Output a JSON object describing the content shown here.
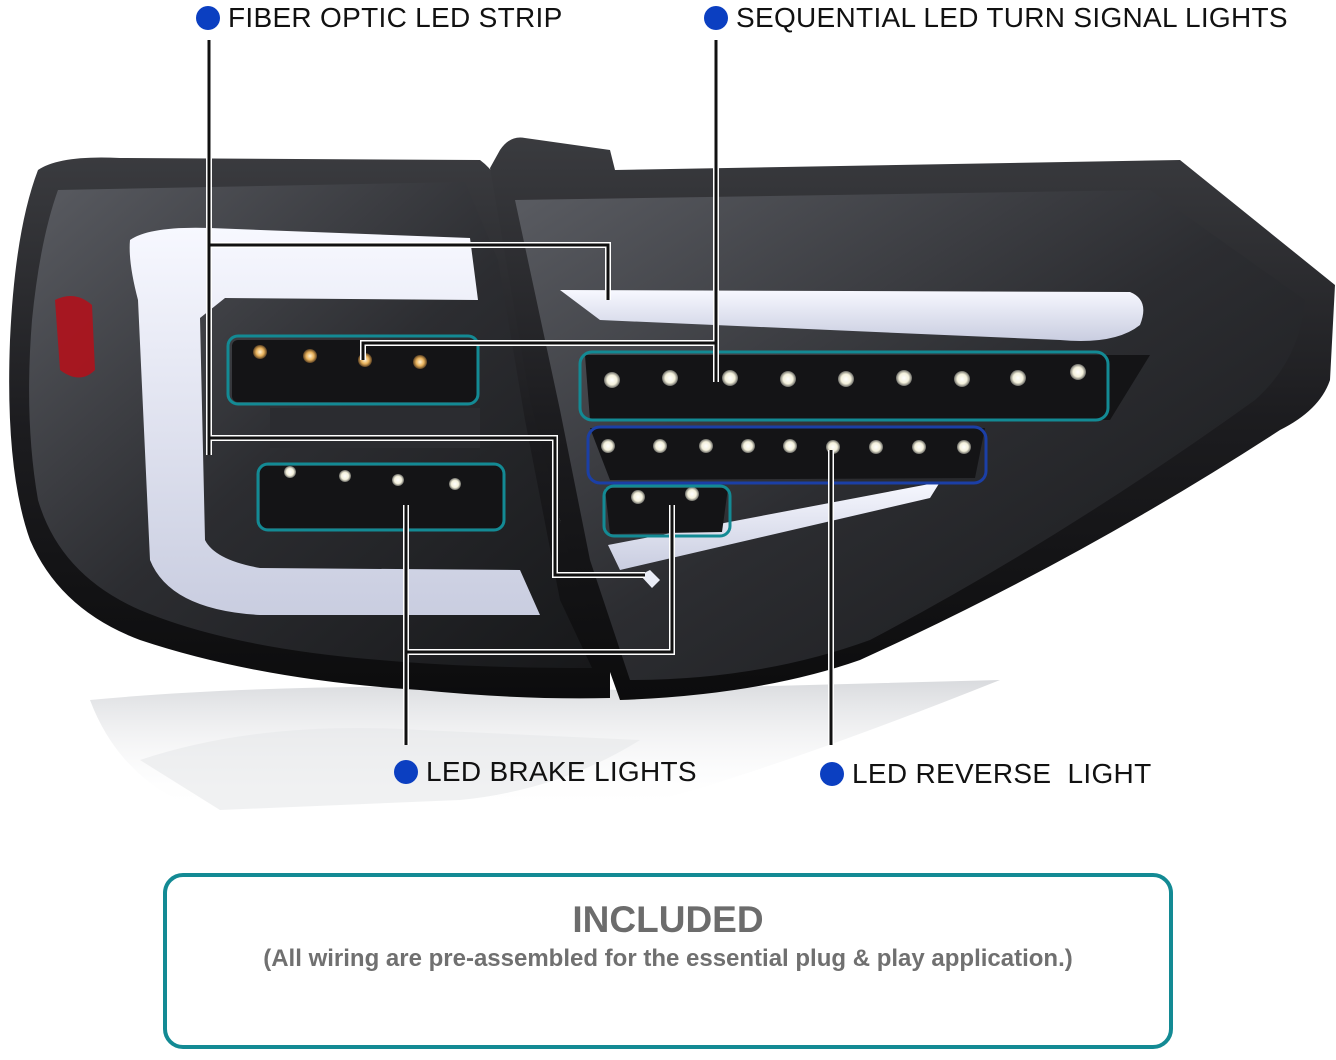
{
  "callouts": {
    "fiber_optic": "FIBER OPTIC LED STRIP",
    "sequential": "SEQUENTIAL LED TURN SIGNAL LIGHTS",
    "brake": "LED BRAKE LIGHTS",
    "reverse": "LED REVERSE  LIGHT"
  },
  "included": {
    "title": "INCLUDED",
    "subtitle": "(All wiring are pre-assembled for the essential plug & play application.)"
  },
  "colors": {
    "bullet": "#0b3fc1",
    "frame_teal": "#138a94",
    "frame_blue": "#1b3fa6",
    "housing": "#1b1b1d",
    "light_strip": "#e9ecf6",
    "amber_led": "#e9b25b",
    "white_led": "#fafaf2",
    "red_reflector": "#b0121c"
  },
  "icons": {
    "bullet": "filled-circle"
  }
}
